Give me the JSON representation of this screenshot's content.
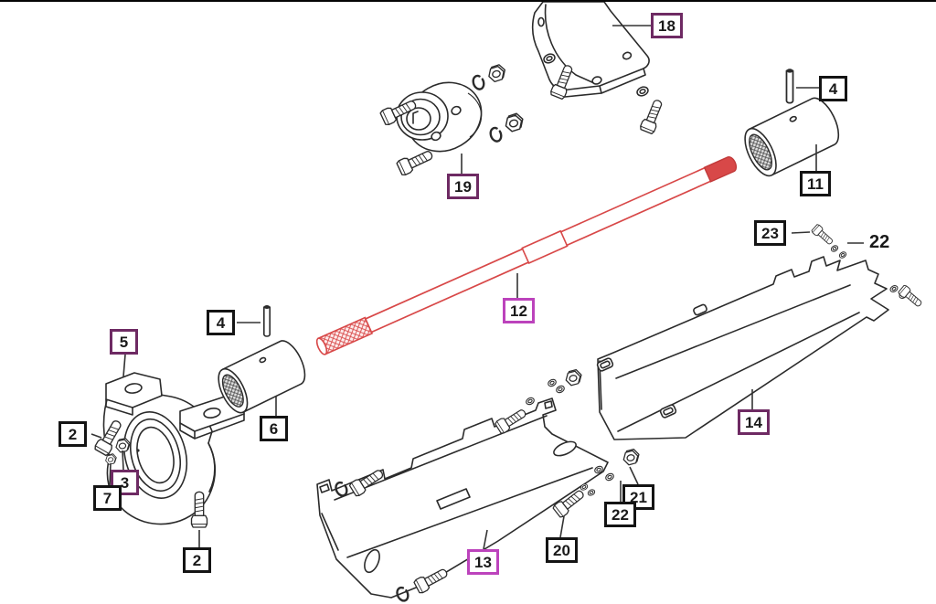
{
  "diagram": {
    "background_color": "#ffffff",
    "line_color": "#2b2b2b",
    "highlight_shaft_color": "#d84848",
    "callout_styles": {
      "black_border": "#141414",
      "purple_border": "#6e2a63",
      "magenta_border": "#bc43bc",
      "text_color": "#1a1a1a"
    },
    "callouts": [
      {
        "label": "18",
        "variant": "purple"
      },
      {
        "label": "4",
        "variant": "black"
      },
      {
        "label": "11",
        "variant": "black"
      },
      {
        "label": "23",
        "variant": "black"
      },
      {
        "label": "22",
        "variant": "plain"
      },
      {
        "label": "19",
        "variant": "purple"
      },
      {
        "label": "12",
        "variant": "magenta"
      },
      {
        "label": "4",
        "variant": "black"
      },
      {
        "label": "5",
        "variant": "purple"
      },
      {
        "label": "2",
        "variant": "black"
      },
      {
        "label": "6",
        "variant": "black"
      },
      {
        "label": "3",
        "variant": "purple"
      },
      {
        "label": "7",
        "variant": "black"
      },
      {
        "label": "2",
        "variant": "black"
      },
      {
        "label": "13",
        "variant": "magenta"
      },
      {
        "label": "20",
        "variant": "black"
      },
      {
        "label": "21",
        "variant": "black"
      },
      {
        "label": "22",
        "variant": "black"
      },
      {
        "label": "14",
        "variant": "purple"
      }
    ]
  }
}
